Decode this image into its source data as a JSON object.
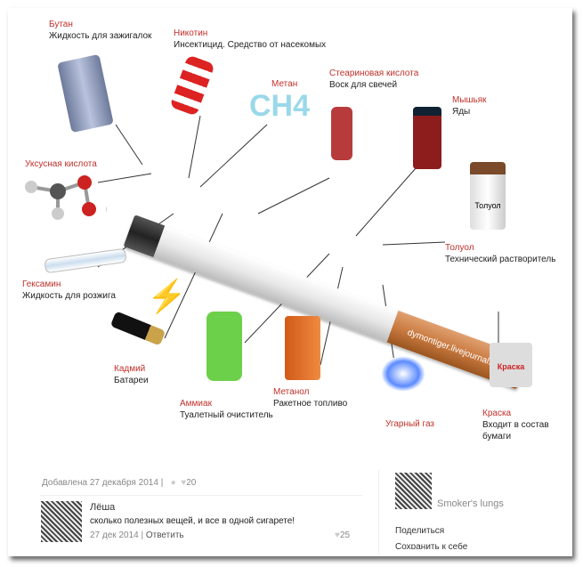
{
  "infographic": {
    "items": [
      {
        "title": "Бутан",
        "desc": "Жидкость для зажигалок"
      },
      {
        "title": "Никотин",
        "desc": "Инсектицид. Средство от насекомых"
      },
      {
        "title": "Метан",
        "desc": ""
      },
      {
        "title": "Стеариновая кислота",
        "desc": "Воск для свечей"
      },
      {
        "title": "Мышьяк",
        "desc": "Яды"
      },
      {
        "title": "Уксусная кислота",
        "desc": ""
      },
      {
        "title": "Толуол",
        "desc": "Технический растворитель"
      },
      {
        "title": "Гексамин",
        "desc": "Жидкость для розжига"
      },
      {
        "title": "Кадмий",
        "desc": "Батареи"
      },
      {
        "title": "Аммиак",
        "desc": "Туалетный очиститель"
      },
      {
        "title": "Метанол",
        "desc": "Ракетное топливо"
      },
      {
        "title": "Угарный газ",
        "desc": ""
      },
      {
        "title": "Краска",
        "desc": "Входит в состав бумаги"
      }
    ],
    "watermark": "dymontiger.livejournal.com",
    "methane_formula": "CH4",
    "toluene_bottle": "Толуол",
    "paint_can": "Краска"
  },
  "post": {
    "added": "Добавлена 27 декабря 2014",
    "separator": "|",
    "likes": "20"
  },
  "comment": {
    "author": "Лёша",
    "text": "сколько полезных вещей, и все в одной сигарете!",
    "date": "27 дек 2014",
    "reply": "Ответить",
    "likes": "25"
  },
  "sidebar": {
    "album": "Smoker's lungs",
    "share": "Поделиться",
    "save": "Сохранить к себе"
  }
}
